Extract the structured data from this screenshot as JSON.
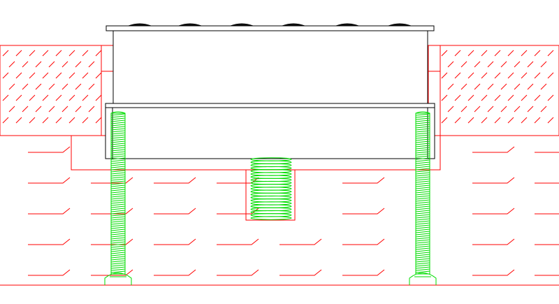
{
  "drawing": {
    "description_labels": [],
    "colors": {
      "background": "#ffffff",
      "substrate": "#ff0000",
      "hardware": "#00dd00",
      "component": "#000000",
      "component_fill": "#ffffff"
    },
    "parts": {
      "upper_hatched_layer": "upper-substrate-layer",
      "lower_hatched_layer": "lower-substrate-layer",
      "device_housing": "device-housing",
      "mounting_plate": "mounting-plate",
      "left_screw": "left-mounting-screw",
      "right_screw": "right-mounting-screw",
      "center_spring": "compression-spring"
    }
  }
}
